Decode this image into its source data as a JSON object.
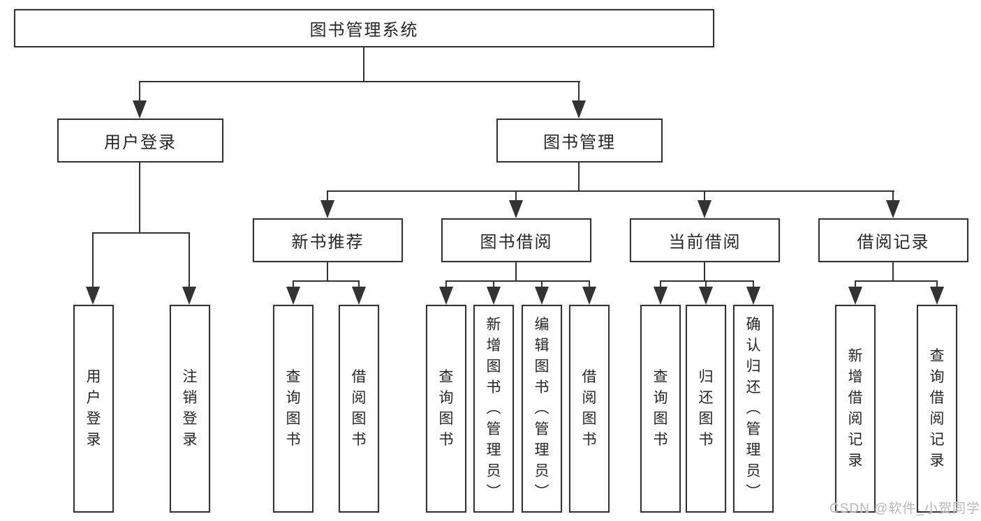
{
  "diagram": {
    "root": {
      "label": "图书管理系统"
    },
    "level1": [
      {
        "label": "用户登录",
        "leaves": [
          {
            "label": "用户登录"
          },
          {
            "label": "注销登录"
          }
        ]
      },
      {
        "label": "图书管理",
        "groups": [
          {
            "label": "新书推荐",
            "leaves": [
              {
                "label": "查询图书"
              },
              {
                "label": "借阅图书"
              }
            ]
          },
          {
            "label": "图书借阅",
            "leaves": [
              {
                "label": "查询图书"
              },
              {
                "label": "新增图书（管理员）"
              },
              {
                "label": "编辑图书（管理员）"
              },
              {
                "label": "借阅图书"
              }
            ]
          },
          {
            "label": "当前借阅",
            "leaves": [
              {
                "label": "查询图书"
              },
              {
                "label": "归还图书"
              },
              {
                "label": "确认归还（管理员）"
              }
            ]
          },
          {
            "label": "借阅记录",
            "leaves": [
              {
                "label": "新增借阅记录"
              },
              {
                "label": "查询借阅记录"
              }
            ]
          }
        ]
      }
    ]
  },
  "watermark": {
    "text": "CSDN @软件_小贺同学"
  },
  "colors": {
    "line": "#333333",
    "text": "#262626",
    "watermark": "#b7b7b7",
    "background": "#ffffff"
  }
}
